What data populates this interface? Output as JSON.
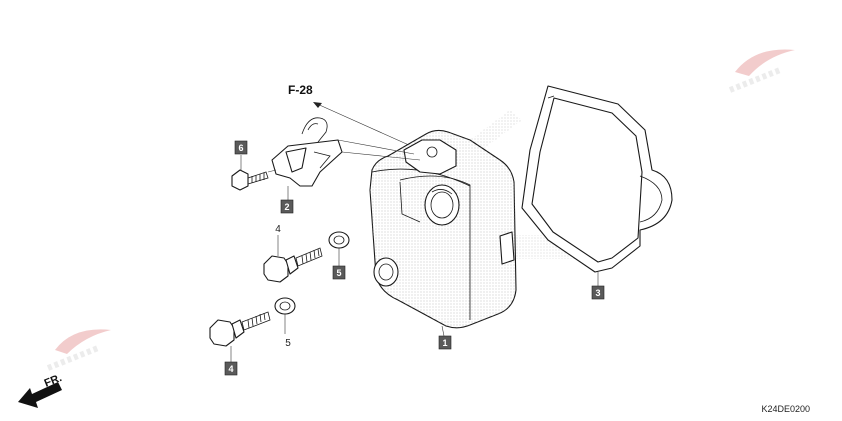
{
  "diagram": {
    "ref_label": "F-28",
    "direction_label": "FR.",
    "code": "K24DE0200",
    "callouts": [
      {
        "id": "c1",
        "text": "1",
        "boxed": true
      },
      {
        "id": "c2",
        "text": "2",
        "boxed": true
      },
      {
        "id": "c3",
        "text": "3",
        "boxed": true
      },
      {
        "id": "c4a",
        "text": "4",
        "boxed": false
      },
      {
        "id": "c4b",
        "text": "4",
        "boxed": true
      },
      {
        "id": "c5a",
        "text": "5",
        "boxed": true
      },
      {
        "id": "c5b",
        "text": "5",
        "boxed": false
      },
      {
        "id": "c6",
        "text": "6",
        "boxed": true
      }
    ]
  },
  "colors": {
    "box_fill": "#5a5a5a",
    "line": "#1a1a1a",
    "watermark": "#e8e8e8",
    "watermark_accent": "#e9a3a3"
  }
}
